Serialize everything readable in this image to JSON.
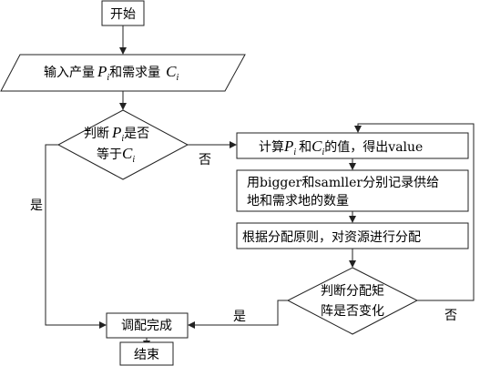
{
  "flowchart": {
    "start": "开始",
    "input": {
      "prefix": "输入产量",
      "p_var": "P",
      "p_sub": "i",
      "middle": "和需求量",
      "c_var": "C",
      "c_sub": "i"
    },
    "decision1": {
      "line1_prefix": "判断",
      "p_var": "P",
      "p_sub": "i",
      "line1_suffix": "是否",
      "line2_prefix": "等于",
      "c_var": "C",
      "c_sub": "i"
    },
    "compute": {
      "prefix": "计算",
      "p_var": "P",
      "p_sub": "i",
      "middle": "和",
      "c_var": "C",
      "c_sub": "i",
      "suffix": "的值，得出value"
    },
    "record": {
      "line1": "用bigger和samller分别记录供给",
      "line2": "地和需求地的数量"
    },
    "allocate": "根据分配原则，对资源进行分配",
    "decision2": {
      "line1": "判断分配矩",
      "line2": "阵是否变化"
    },
    "adjust": "调配完成",
    "end": "结束",
    "labels": {
      "d1_yes": "是",
      "d1_no": "否",
      "d2_yes": "是",
      "d2_no": "否"
    }
  }
}
